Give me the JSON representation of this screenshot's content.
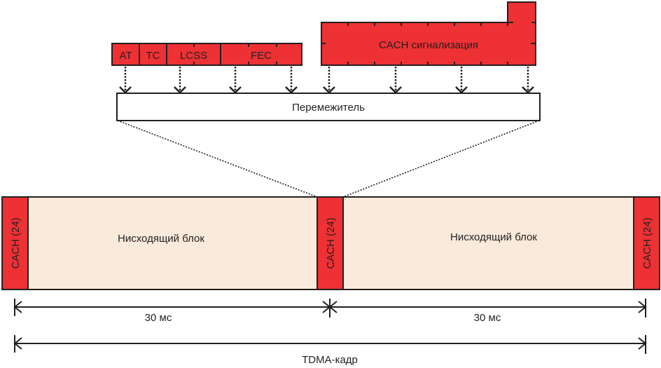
{
  "colors": {
    "red": "#ee3134",
    "beige": "#faeadb",
    "stroke": "#231f20",
    "background": "#ffffff"
  },
  "top_fields": [
    {
      "label": "AT"
    },
    {
      "label": "TC"
    },
    {
      "label": "LCSS"
    },
    {
      "label": "FEC"
    }
  ],
  "cach_signaling": {
    "label": "CACH сигнализация"
  },
  "interleaver": {
    "label": "Перемежитель"
  },
  "frame": {
    "cach_label": "CACH (24)",
    "blocks": [
      {
        "label": "Нисходящий блок"
      },
      {
        "label": "Нисходящий блок"
      }
    ]
  },
  "dimensions": {
    "half_left": "30 мс",
    "half_right": "30 мс",
    "full": "TDMA-кадр"
  }
}
